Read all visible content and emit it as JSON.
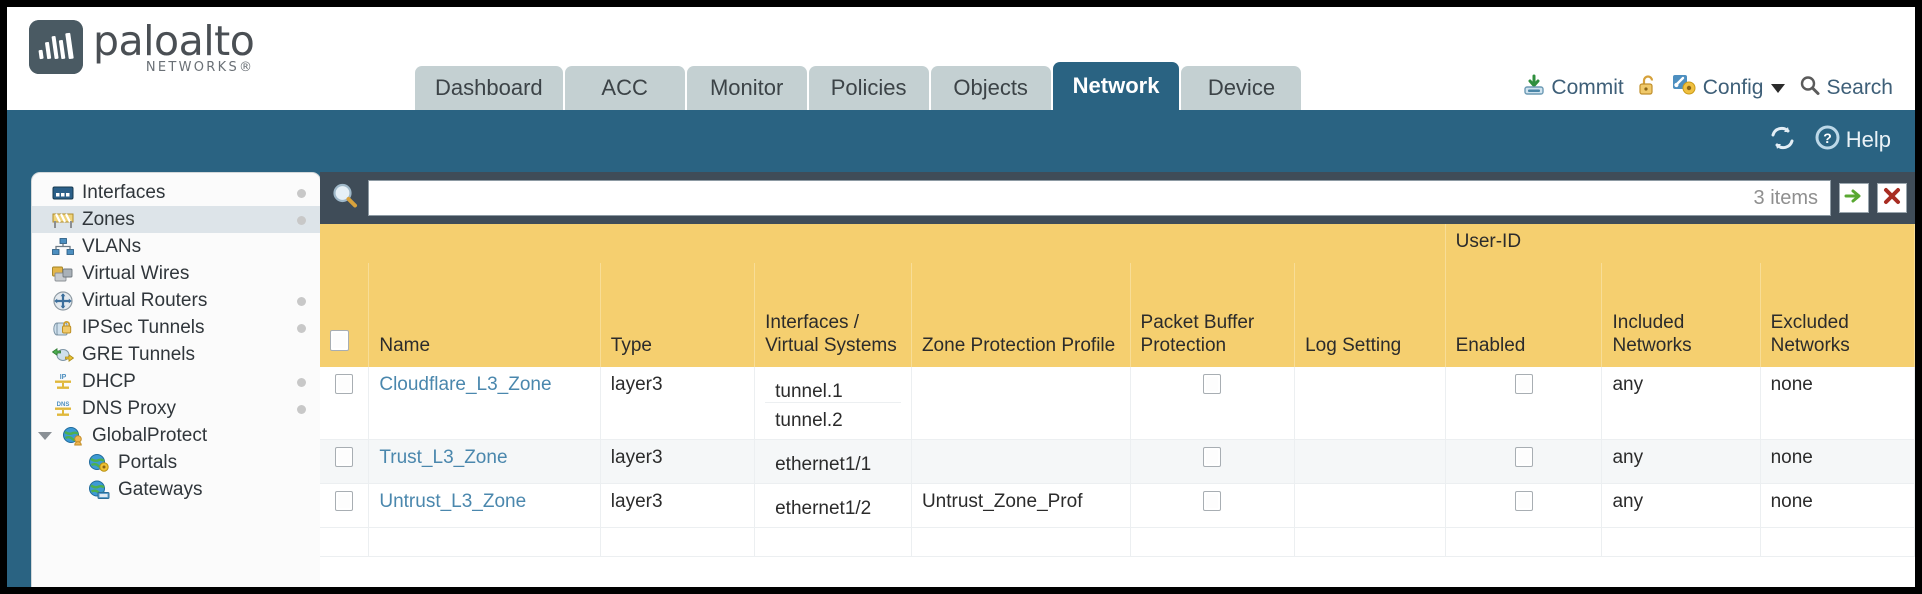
{
  "brand": {
    "name": "paloalto",
    "tagline": "NETWORKS®",
    "logo_icon": "paloalto-logo-icon",
    "accent_blue": "#2a6382",
    "header_yellow": "#f5cf6f",
    "group_yellow": "#e2b844"
  },
  "tabs": [
    {
      "label": "Dashboard",
      "active": false
    },
    {
      "label": "ACC",
      "active": false
    },
    {
      "label": "Monitor",
      "active": false
    },
    {
      "label": "Policies",
      "active": false
    },
    {
      "label": "Objects",
      "active": false
    },
    {
      "label": "Network",
      "active": true
    },
    {
      "label": "Device",
      "active": false
    }
  ],
  "header_actions": {
    "commit": "Commit",
    "commit_icon": "commit-download-icon",
    "lock_icon": "padlock-open-icon",
    "config": "Config",
    "config_icon": "config-wrench-key-icon",
    "config_caret": "chevron-down-icon",
    "search": "Search",
    "search_icon": "magnifier-icon"
  },
  "blueband": {
    "refresh_icon": "refresh-icon",
    "help_icon": "help-question-icon",
    "help_label": "Help"
  },
  "sidebar": {
    "items": [
      {
        "label": "Interfaces",
        "icon": "interfaces-icon",
        "dot": true,
        "selected": false,
        "child": false,
        "group": false
      },
      {
        "label": "Zones",
        "icon": "zones-icon",
        "dot": true,
        "selected": true,
        "child": false,
        "group": false
      },
      {
        "label": "VLANs",
        "icon": "vlans-icon",
        "dot": false,
        "selected": false,
        "child": false,
        "group": false
      },
      {
        "label": "Virtual Wires",
        "icon": "virtual-wires-icon",
        "dot": false,
        "selected": false,
        "child": false,
        "group": false
      },
      {
        "label": "Virtual Routers",
        "icon": "virtual-routers-icon",
        "dot": true,
        "selected": false,
        "child": false,
        "group": false
      },
      {
        "label": "IPSec Tunnels",
        "icon": "ipsec-tunnels-icon",
        "dot": true,
        "selected": false,
        "child": false,
        "group": false
      },
      {
        "label": "GRE Tunnels",
        "icon": "gre-tunnels-icon",
        "dot": false,
        "selected": false,
        "child": false,
        "group": false
      },
      {
        "label": "DHCP",
        "icon": "dhcp-icon",
        "dot": true,
        "selected": false,
        "child": false,
        "group": false
      },
      {
        "label": "DNS Proxy",
        "icon": "dns-proxy-icon",
        "dot": true,
        "selected": false,
        "child": false,
        "group": false
      },
      {
        "label": "GlobalProtect",
        "icon": "globalprotect-icon",
        "dot": false,
        "selected": false,
        "child": false,
        "group": true
      },
      {
        "label": "Portals",
        "icon": "portals-icon",
        "dot": false,
        "selected": false,
        "child": true,
        "group": false
      },
      {
        "label": "Gateways",
        "icon": "gateways-icon",
        "dot": false,
        "selected": false,
        "child": true,
        "group": false
      }
    ]
  },
  "toolbar": {
    "search_icon": "magnifier-icon",
    "search_value": "",
    "search_placeholder": "",
    "item_count": "3 items",
    "apply_icon": "green-arrow-right-icon",
    "clear_icon": "red-x-icon"
  },
  "table": {
    "group_header": "User-ID",
    "columns": [
      "Name",
      "Type",
      "Interfaces / Virtual Systems",
      "Zone Protection Profile",
      "Packet Buffer Protection",
      "Log Setting",
      "Enabled",
      "Included Networks",
      "Excluded Networks"
    ],
    "select_all_checkbox": false,
    "rows": [
      {
        "selected": false,
        "name": "Cloudflare_L3_Zone",
        "type": "layer3",
        "interfaces": [
          "tunnel.1",
          "tunnel.2"
        ],
        "zone_protection_profile": "",
        "packet_buffer_protection": false,
        "log_setting": "",
        "userid_enabled": false,
        "included_networks": "any",
        "excluded_networks": "none"
      },
      {
        "selected": false,
        "name": "Trust_L3_Zone",
        "type": "layer3",
        "interfaces": [
          "ethernet1/1"
        ],
        "zone_protection_profile": "",
        "packet_buffer_protection": false,
        "log_setting": "",
        "userid_enabled": false,
        "included_networks": "any",
        "excluded_networks": "none"
      },
      {
        "selected": false,
        "name": "Untrust_L3_Zone",
        "type": "layer3",
        "interfaces": [
          "ethernet1/2"
        ],
        "zone_protection_profile": "Untrust_Zone_Prof",
        "packet_buffer_protection": false,
        "log_setting": "",
        "userid_enabled": false,
        "included_networks": "any",
        "excluded_networks": "none"
      }
    ]
  }
}
